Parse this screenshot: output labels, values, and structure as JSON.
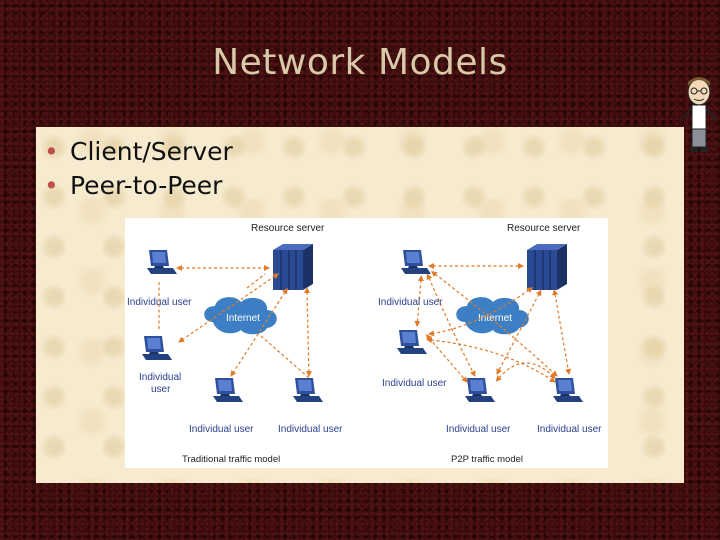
{
  "slide": {
    "title": "Network Models",
    "bullets": [
      "Client/Server",
      "Peer-to-Peer"
    ]
  },
  "figure": {
    "left_model": {
      "caption": "Traditional traffic model",
      "server_label": "Resource server",
      "cloud_label": "Internet",
      "user_labels": [
        "Individual user",
        "Individual",
        "user",
        "Individual user",
        "Individual user"
      ]
    },
    "right_model": {
      "caption": "P2P traffic model",
      "server_label": "Resource server",
      "cloud_label": "Internet",
      "user_labels": [
        "Individual user",
        "Individual user",
        "Individual user",
        "Individual user"
      ]
    }
  },
  "colors": {
    "background": "#3a0c0c",
    "title": "#d9c9a8",
    "panel": "#f6ebcf",
    "bullet": "#c0504d",
    "arrow": "#e07b2a",
    "cloud": "#3d7fc4",
    "device": "#2e4f9c"
  }
}
